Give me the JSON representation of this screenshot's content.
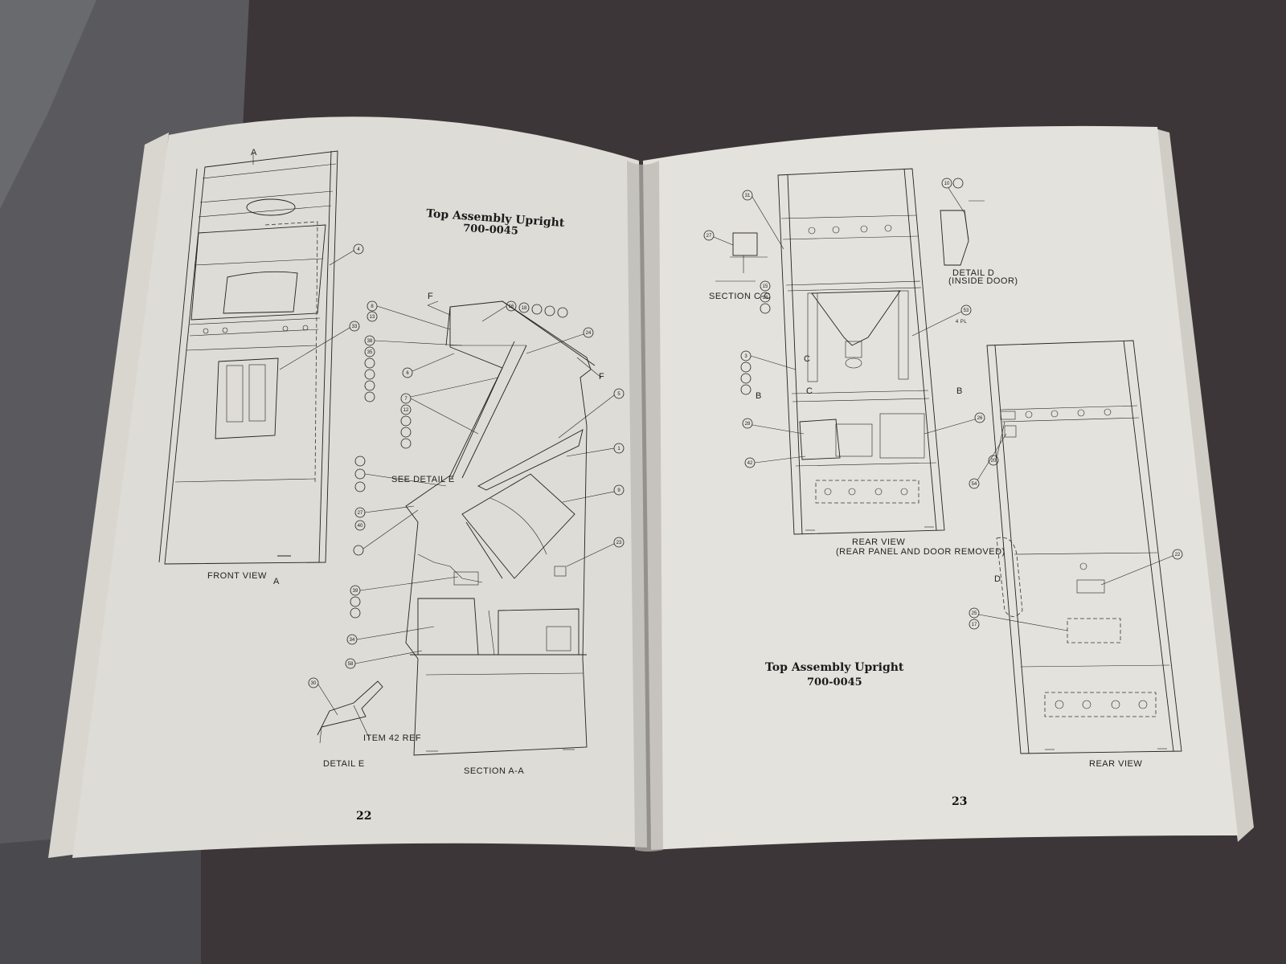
{
  "left_page": {
    "title_line1": "Top Assembly Upright",
    "title_line2": "700-0045",
    "front_view_label": "FRONT VIEW",
    "section_aa_label": "SECTION A-A",
    "detail_e_label": "DETAIL E",
    "item_ref_label": "ITEM 42 REF",
    "see_detail_label": "SEE DETAIL E",
    "section_marker": "A",
    "f_marker": "F",
    "page_number": "22",
    "callouts": [
      "4",
      "33",
      "8",
      "13",
      "38",
      "35",
      "6",
      "7",
      "12",
      "24",
      "5",
      "1",
      "9",
      "23",
      "27",
      "40",
      "39",
      "34",
      "58",
      "30",
      "16",
      "18"
    ]
  },
  "right_page": {
    "title_line1": "Top Assembly Upright",
    "title_line2": "700-0045",
    "section_cc_label": "SECTION C-C",
    "detail_d_label": "DETAIL D",
    "detail_d_sub": "(INSIDE DOOR)",
    "rear_view_label": "REAR VIEW",
    "rear_view_sub": "(REAR PANEL AND DOOR REMOVED)",
    "rear_view2_label": "REAR VIEW",
    "b_marker": "B",
    "c_marker": "C",
    "d_marker": "D",
    "pl_label": "4 PL",
    "page_number": "23",
    "callouts": [
      "31",
      "27",
      "15",
      "14",
      "53",
      "3",
      "28",
      "42",
      "26",
      "20",
      "54",
      "22",
      "25",
      "17",
      "10"
    ]
  }
}
